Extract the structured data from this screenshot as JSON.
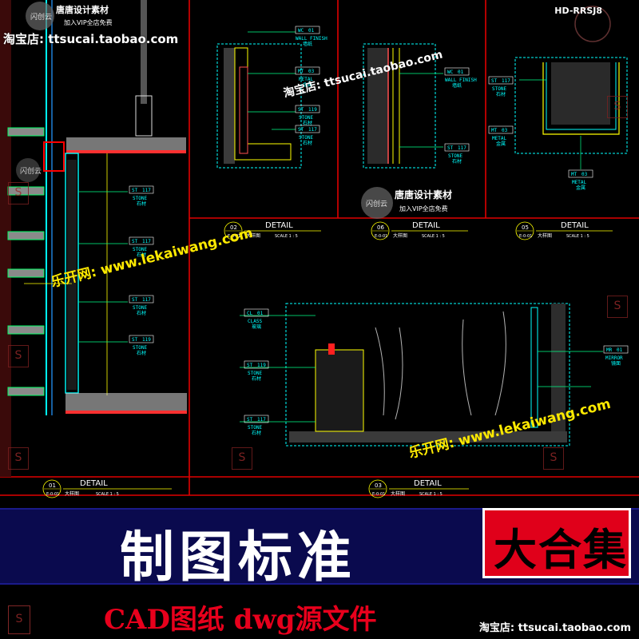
{
  "header": {
    "code": "HD-RRSJ8",
    "shop_top": "淘宝店: ttsucai.taobao.com",
    "shop_mid": "淘宝店: ttsucai.taobao.com"
  },
  "watermarks": {
    "tang_title": "唐唐设计素材",
    "tang_sub": "加入VIP全店免费",
    "shan": "闪创云",
    "lekai": "乐开网: www.lekaiwang.com"
  },
  "details": [
    {
      "id": "01",
      "title": "DETAIL",
      "cn": "大样图",
      "ref": "E-0-01",
      "scale": "SCALE  1 : 5"
    },
    {
      "id": "02",
      "title": "DETAIL",
      "cn": "大样图",
      "ref": "E-0-01",
      "scale": "SCALE  1 : 5"
    },
    {
      "id": "06",
      "title": "DETAIL",
      "cn": "大样图",
      "ref": "E-0-01",
      "scale": "SCALE  1 : 5"
    },
    {
      "id": "05",
      "title": "DETAIL",
      "cn": "大样图",
      "ref": "E-0-01",
      "scale": "SCALE  1 : 5"
    },
    {
      "id": "03",
      "title": "DETAIL",
      "cn": "大样图",
      "ref": "E-0-01",
      "scale": "SCALE  1 : 5"
    }
  ],
  "tags": {
    "st117": {
      "code": "ST",
      "num": "117",
      "name": "STONE",
      "cn": "石材"
    },
    "st119": {
      "code": "ST",
      "num": "119",
      "name": "STONE",
      "cn": "石材"
    },
    "mt03": {
      "code": "MT",
      "num": "03",
      "name": "METAL",
      "cn": "金属"
    },
    "wc01": {
      "code": "WC",
      "num": "01",
      "name": "WALL FINISH",
      "cn": "墙纸"
    },
    "cl01": {
      "code": "CL",
      "num": "01",
      "name": "CLASS",
      "cn": "玻璃"
    },
    "mr01": {
      "code": "MR",
      "num": "01",
      "name": "MIRROR",
      "cn": "镜面"
    }
  },
  "banner": {
    "title": "制图标准",
    "badge": "大合集",
    "subtitle": "CAD图纸  dwg源文件",
    "shop_bottom": "淘宝店: ttsucai.taobao.com"
  },
  "colors": {
    "frame": "#ff0000",
    "cyan": "#00ffff",
    "yellow": "#ffff00",
    "banner_bg": "#0a0a4e",
    "badge_bg": "#e0001a",
    "subtitle": "#e8001c"
  }
}
